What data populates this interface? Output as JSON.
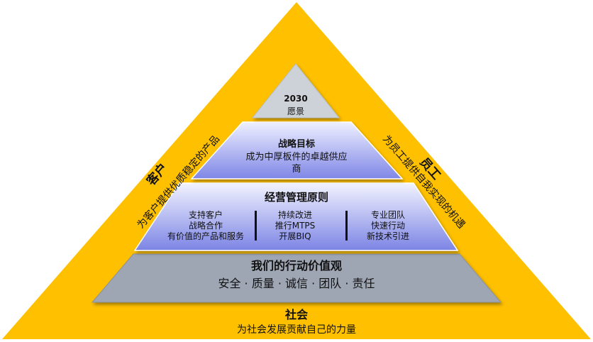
{
  "vision": {
    "year": "2030",
    "label": "愿景"
  },
  "strategy": {
    "title": "战略目标",
    "line1": "成为中厚板件的卓越供应",
    "line2": "商"
  },
  "principles": {
    "title": "经营管理原则",
    "columns": [
      {
        "lines": [
          "支持客户",
          "战略合作",
          "有价值的产品和服务"
        ]
      },
      {
        "lines": [
          "持续改进",
          "推行MTPS",
          "开展BIQ"
        ]
      },
      {
        "lines": [
          "专业团队",
          "快速行动",
          "新技术引进"
        ]
      }
    ]
  },
  "values": {
    "title": "我们的行动价值观",
    "items": "安全 ·  质量 ·  诚信 ·  团队 ·  责任"
  },
  "customer": {
    "title": "客户",
    "subtitle": "为客户提供优质稳定的产品"
  },
  "employee": {
    "title": "员工",
    "subtitle": "为员工提供自我实现的机遇"
  },
  "society": {
    "title": "社会",
    "subtitle": "为社会发展贡献自己的力量"
  },
  "colors": {
    "outer_triangle": "#FFC000",
    "vision": "#CDD2D8",
    "strategy_light": "#EEF0FF",
    "strategy_dark": "#7F86E6",
    "values_band": "#9EA5B3"
  }
}
